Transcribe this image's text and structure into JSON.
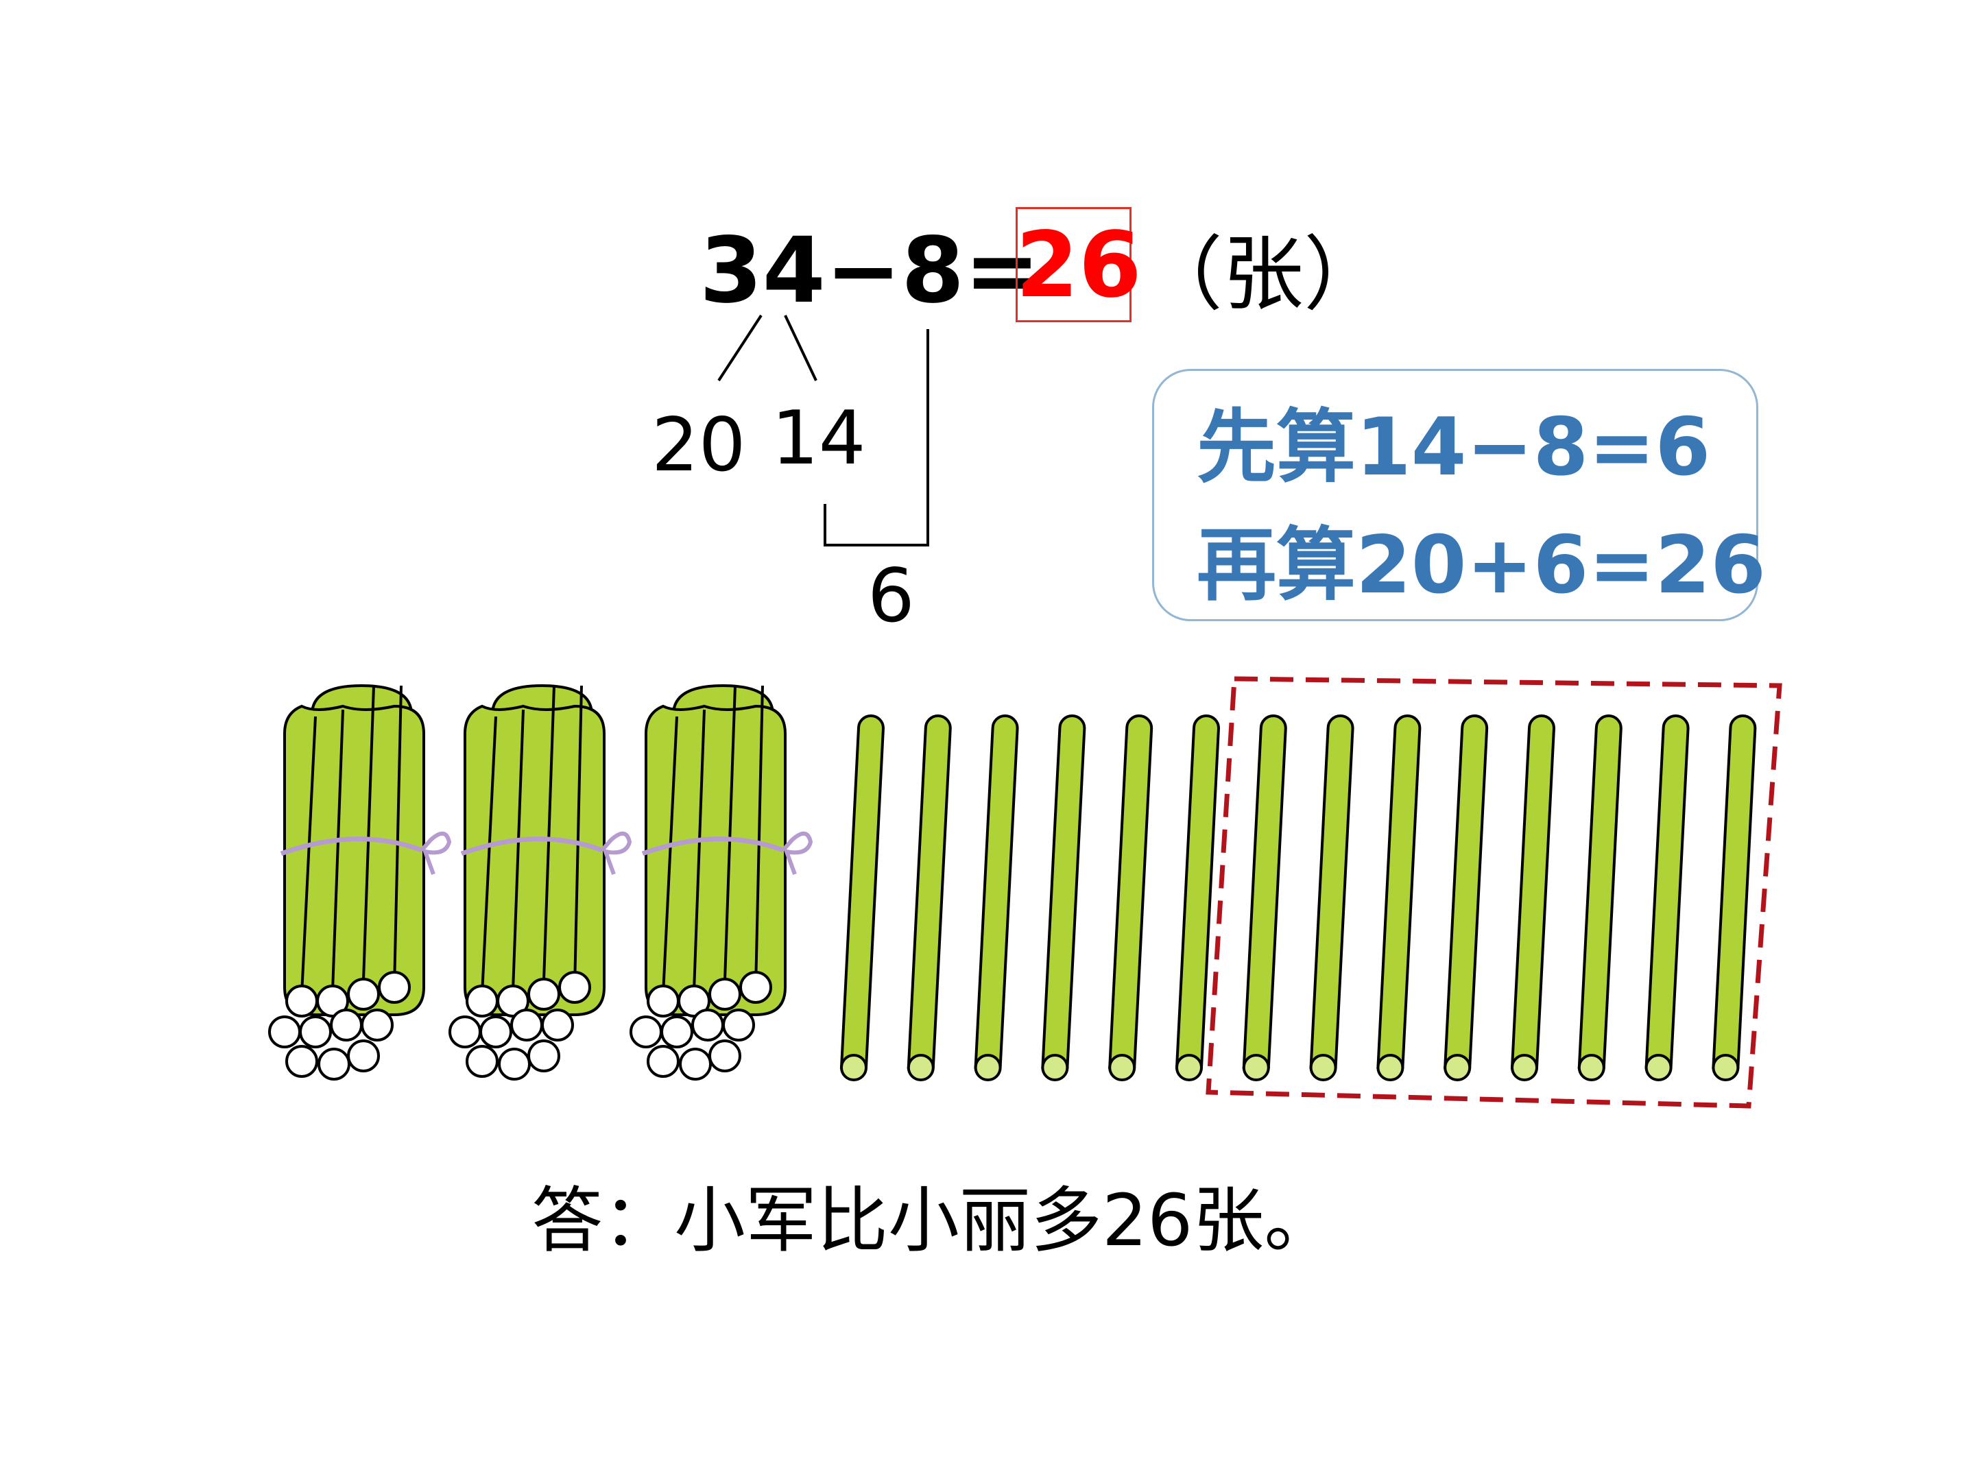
{
  "equation": {
    "left": "34−8=",
    "answer": "26",
    "unit": "（张）"
  },
  "decomposition": {
    "part_tens": "20",
    "part_rest": "14",
    "difference": "6"
  },
  "tip": {
    "line1": "先算14−8=6",
    "line2": "再算20+6=26"
  },
  "answer_sentence": "答：小军比小丽多26张。",
  "illustration": {
    "bundles_of_ten": 3,
    "single_sticks": 14,
    "sticks_taken_away": 8
  },
  "colors": {
    "stick_fill": "#afd237",
    "stick_end": "#d4ea8a",
    "tie": "#b59bd0",
    "highlight_box": "#b3141c",
    "answer_red": "#ff0000",
    "tip_blue": "#3a78b5"
  }
}
